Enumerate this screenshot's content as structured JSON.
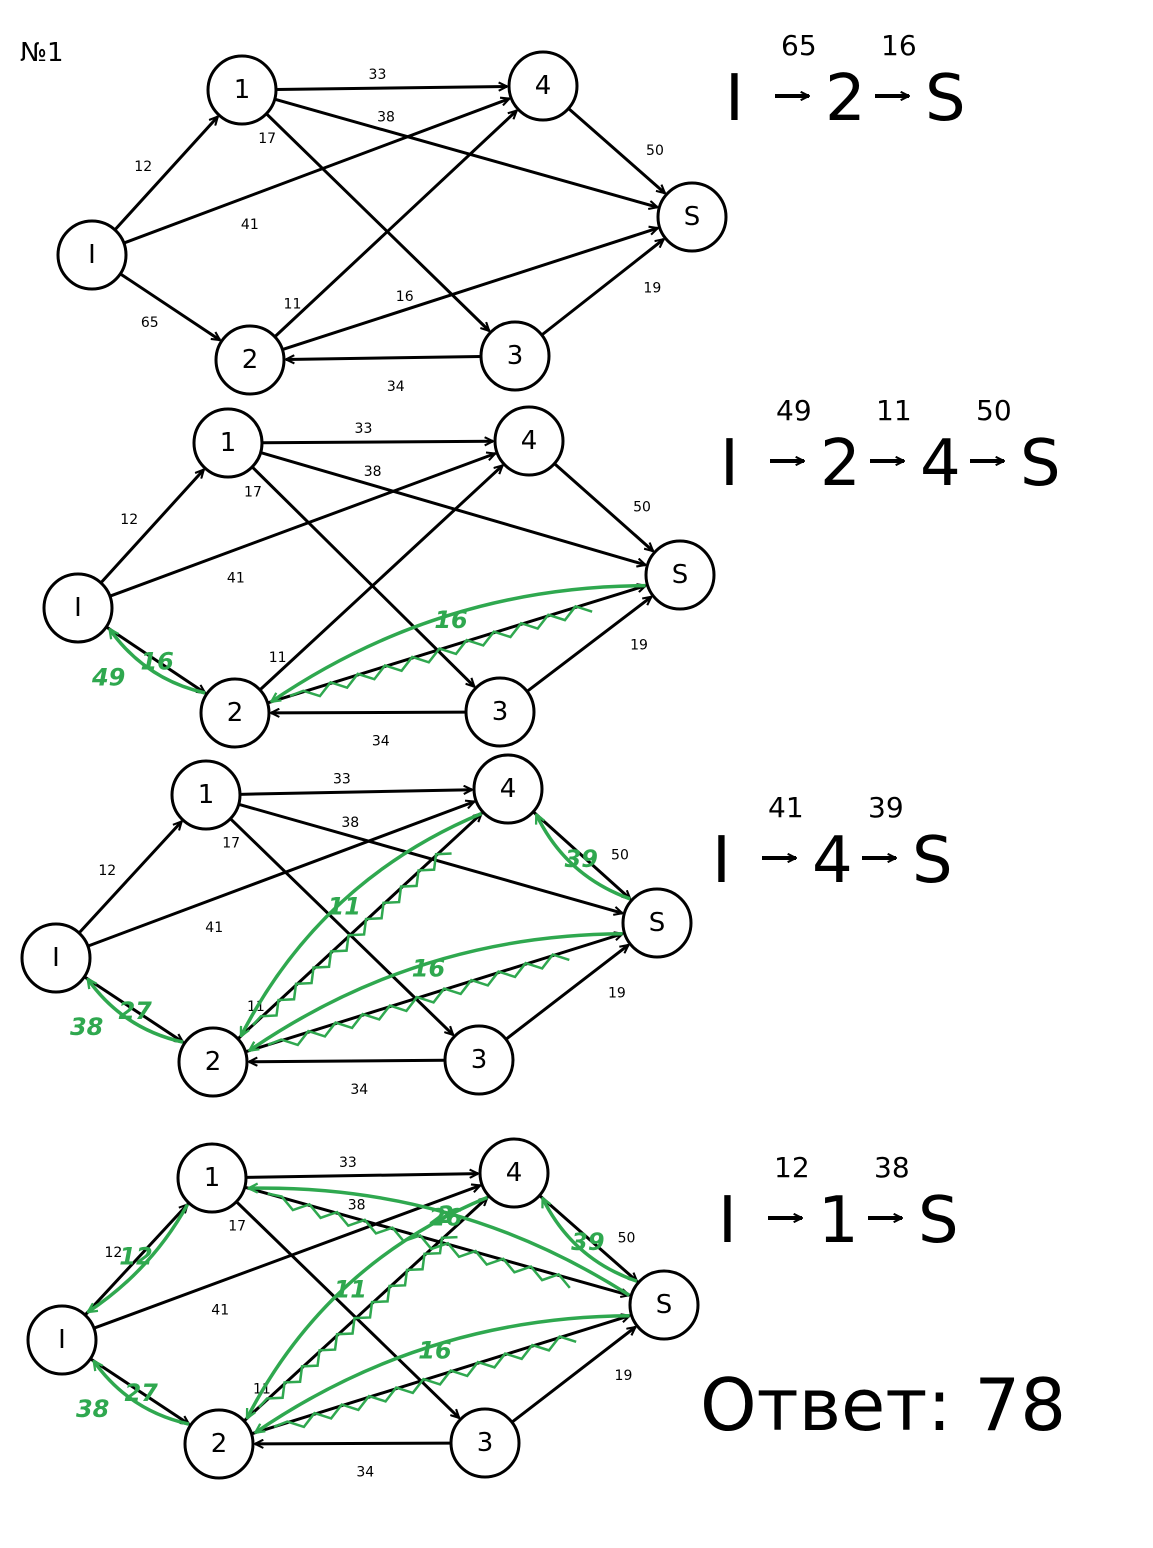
{
  "title": "№1",
  "diagrams": [
    {
      "edges": [
        {
          "from": "I",
          "to": "1",
          "cap": "12"
        },
        {
          "from": "I",
          "to": "4",
          "cap": "41"
        },
        {
          "from": "I",
          "to": "2",
          "cap": "65"
        },
        {
          "from": "1",
          "to": "4",
          "cap": "33"
        },
        {
          "from": "1",
          "to": "S",
          "cap": "38"
        },
        {
          "from": "1",
          "to": "3",
          "cap": "17"
        },
        {
          "from": "2",
          "to": "4",
          "cap": "11"
        },
        {
          "from": "2",
          "to": "S",
          "cap": "16"
        },
        {
          "from": "3",
          "to": "2",
          "cap": "34"
        },
        {
          "from": "3",
          "to": "S",
          "cap": "19"
        },
        {
          "from": "4",
          "to": "S",
          "cap": "50"
        }
      ],
      "residual": [],
      "path": {
        "steps": [
          "I",
          "2",
          "S"
        ],
        "flows": [
          "65",
          "16"
        ]
      }
    },
    {
      "edges": [
        {
          "from": "I",
          "to": "1",
          "cap": "12"
        },
        {
          "from": "I",
          "to": "4",
          "cap": "41"
        },
        {
          "from": "I",
          "to": "2",
          "cap": ""
        },
        {
          "from": "1",
          "to": "4",
          "cap": "33"
        },
        {
          "from": "1",
          "to": "S",
          "cap": "38"
        },
        {
          "from": "1",
          "to": "3",
          "cap": "17"
        },
        {
          "from": "2",
          "to": "4",
          "cap": "11"
        },
        {
          "from": "2",
          "to": "S",
          "cap": ""
        },
        {
          "from": "3",
          "to": "2",
          "cap": "34"
        },
        {
          "from": "3",
          "to": "S",
          "cap": "19"
        },
        {
          "from": "4",
          "to": "S",
          "cap": "50"
        }
      ],
      "residual": [
        {
          "from": "2",
          "to": "I",
          "label": "16"
        },
        {
          "from": "S",
          "to": "2",
          "label": "16"
        }
      ],
      "fwd_labels": [
        {
          "edge": "I-2",
          "label": "49"
        }
      ],
      "path": {
        "steps": [
          "I",
          "2",
          "4",
          "S"
        ],
        "flows": [
          "49",
          "11",
          "50"
        ]
      }
    },
    {
      "edges": [
        {
          "from": "I",
          "to": "1",
          "cap": "12"
        },
        {
          "from": "I",
          "to": "4",
          "cap": "41"
        },
        {
          "from": "I",
          "to": "2",
          "cap": ""
        },
        {
          "from": "1",
          "to": "4",
          "cap": "33"
        },
        {
          "from": "1",
          "to": "S",
          "cap": "38"
        },
        {
          "from": "1",
          "to": "3",
          "cap": "17"
        },
        {
          "from": "2",
          "to": "4",
          "cap": "11"
        },
        {
          "from": "2",
          "to": "S",
          "cap": ""
        },
        {
          "from": "3",
          "to": "2",
          "cap": "34"
        },
        {
          "from": "3",
          "to": "S",
          "cap": "19"
        },
        {
          "from": "4",
          "to": "S",
          "cap": "50"
        }
      ],
      "residual": [
        {
          "from": "2",
          "to": "I",
          "label": "27"
        },
        {
          "from": "S",
          "to": "2",
          "label": "16"
        },
        {
          "from": "4",
          "to": "2",
          "label": "11"
        },
        {
          "from": "S",
          "to": "4",
          "label": "39"
        }
      ],
      "fwd_labels": [
        {
          "edge": "I-2",
          "label": "38"
        }
      ],
      "path": {
        "steps": [
          "I",
          "4",
          "S"
        ],
        "flows": [
          "41",
          "39"
        ]
      }
    },
    {
      "edges": [
        {
          "from": "I",
          "to": "1",
          "cap": "12"
        },
        {
          "from": "I",
          "to": "4",
          "cap": "41"
        },
        {
          "from": "I",
          "to": "2",
          "cap": ""
        },
        {
          "from": "1",
          "to": "4",
          "cap": "33"
        },
        {
          "from": "1",
          "to": "S",
          "cap": "38"
        },
        {
          "from": "1",
          "to": "3",
          "cap": "17"
        },
        {
          "from": "2",
          "to": "4",
          "cap": "11"
        },
        {
          "from": "2",
          "to": "S",
          "cap": ""
        },
        {
          "from": "3",
          "to": "2",
          "cap": "34"
        },
        {
          "from": "3",
          "to": "S",
          "cap": "19"
        },
        {
          "from": "4",
          "to": "S",
          "cap": "50"
        }
      ],
      "residual": [
        {
          "from": "2",
          "to": "I",
          "label": "27"
        },
        {
          "from": "S",
          "to": "2",
          "label": "16"
        },
        {
          "from": "4",
          "to": "2",
          "label": "11"
        },
        {
          "from": "S",
          "to": "4",
          "label": "39"
        },
        {
          "from": "1",
          "to": "I",
          "label": "12"
        },
        {
          "from": "S",
          "to": "1",
          "label": "26"
        }
      ],
      "fwd_labels": [
        {
          "edge": "I-2",
          "label": "38"
        },
        {
          "edge": "1-S",
          "label": "2"
        }
      ],
      "path": {
        "steps": [
          "I",
          "1",
          "S"
        ],
        "flows": [
          "12",
          "38"
        ]
      }
    }
  ],
  "answer": "Ответ: 78"
}
